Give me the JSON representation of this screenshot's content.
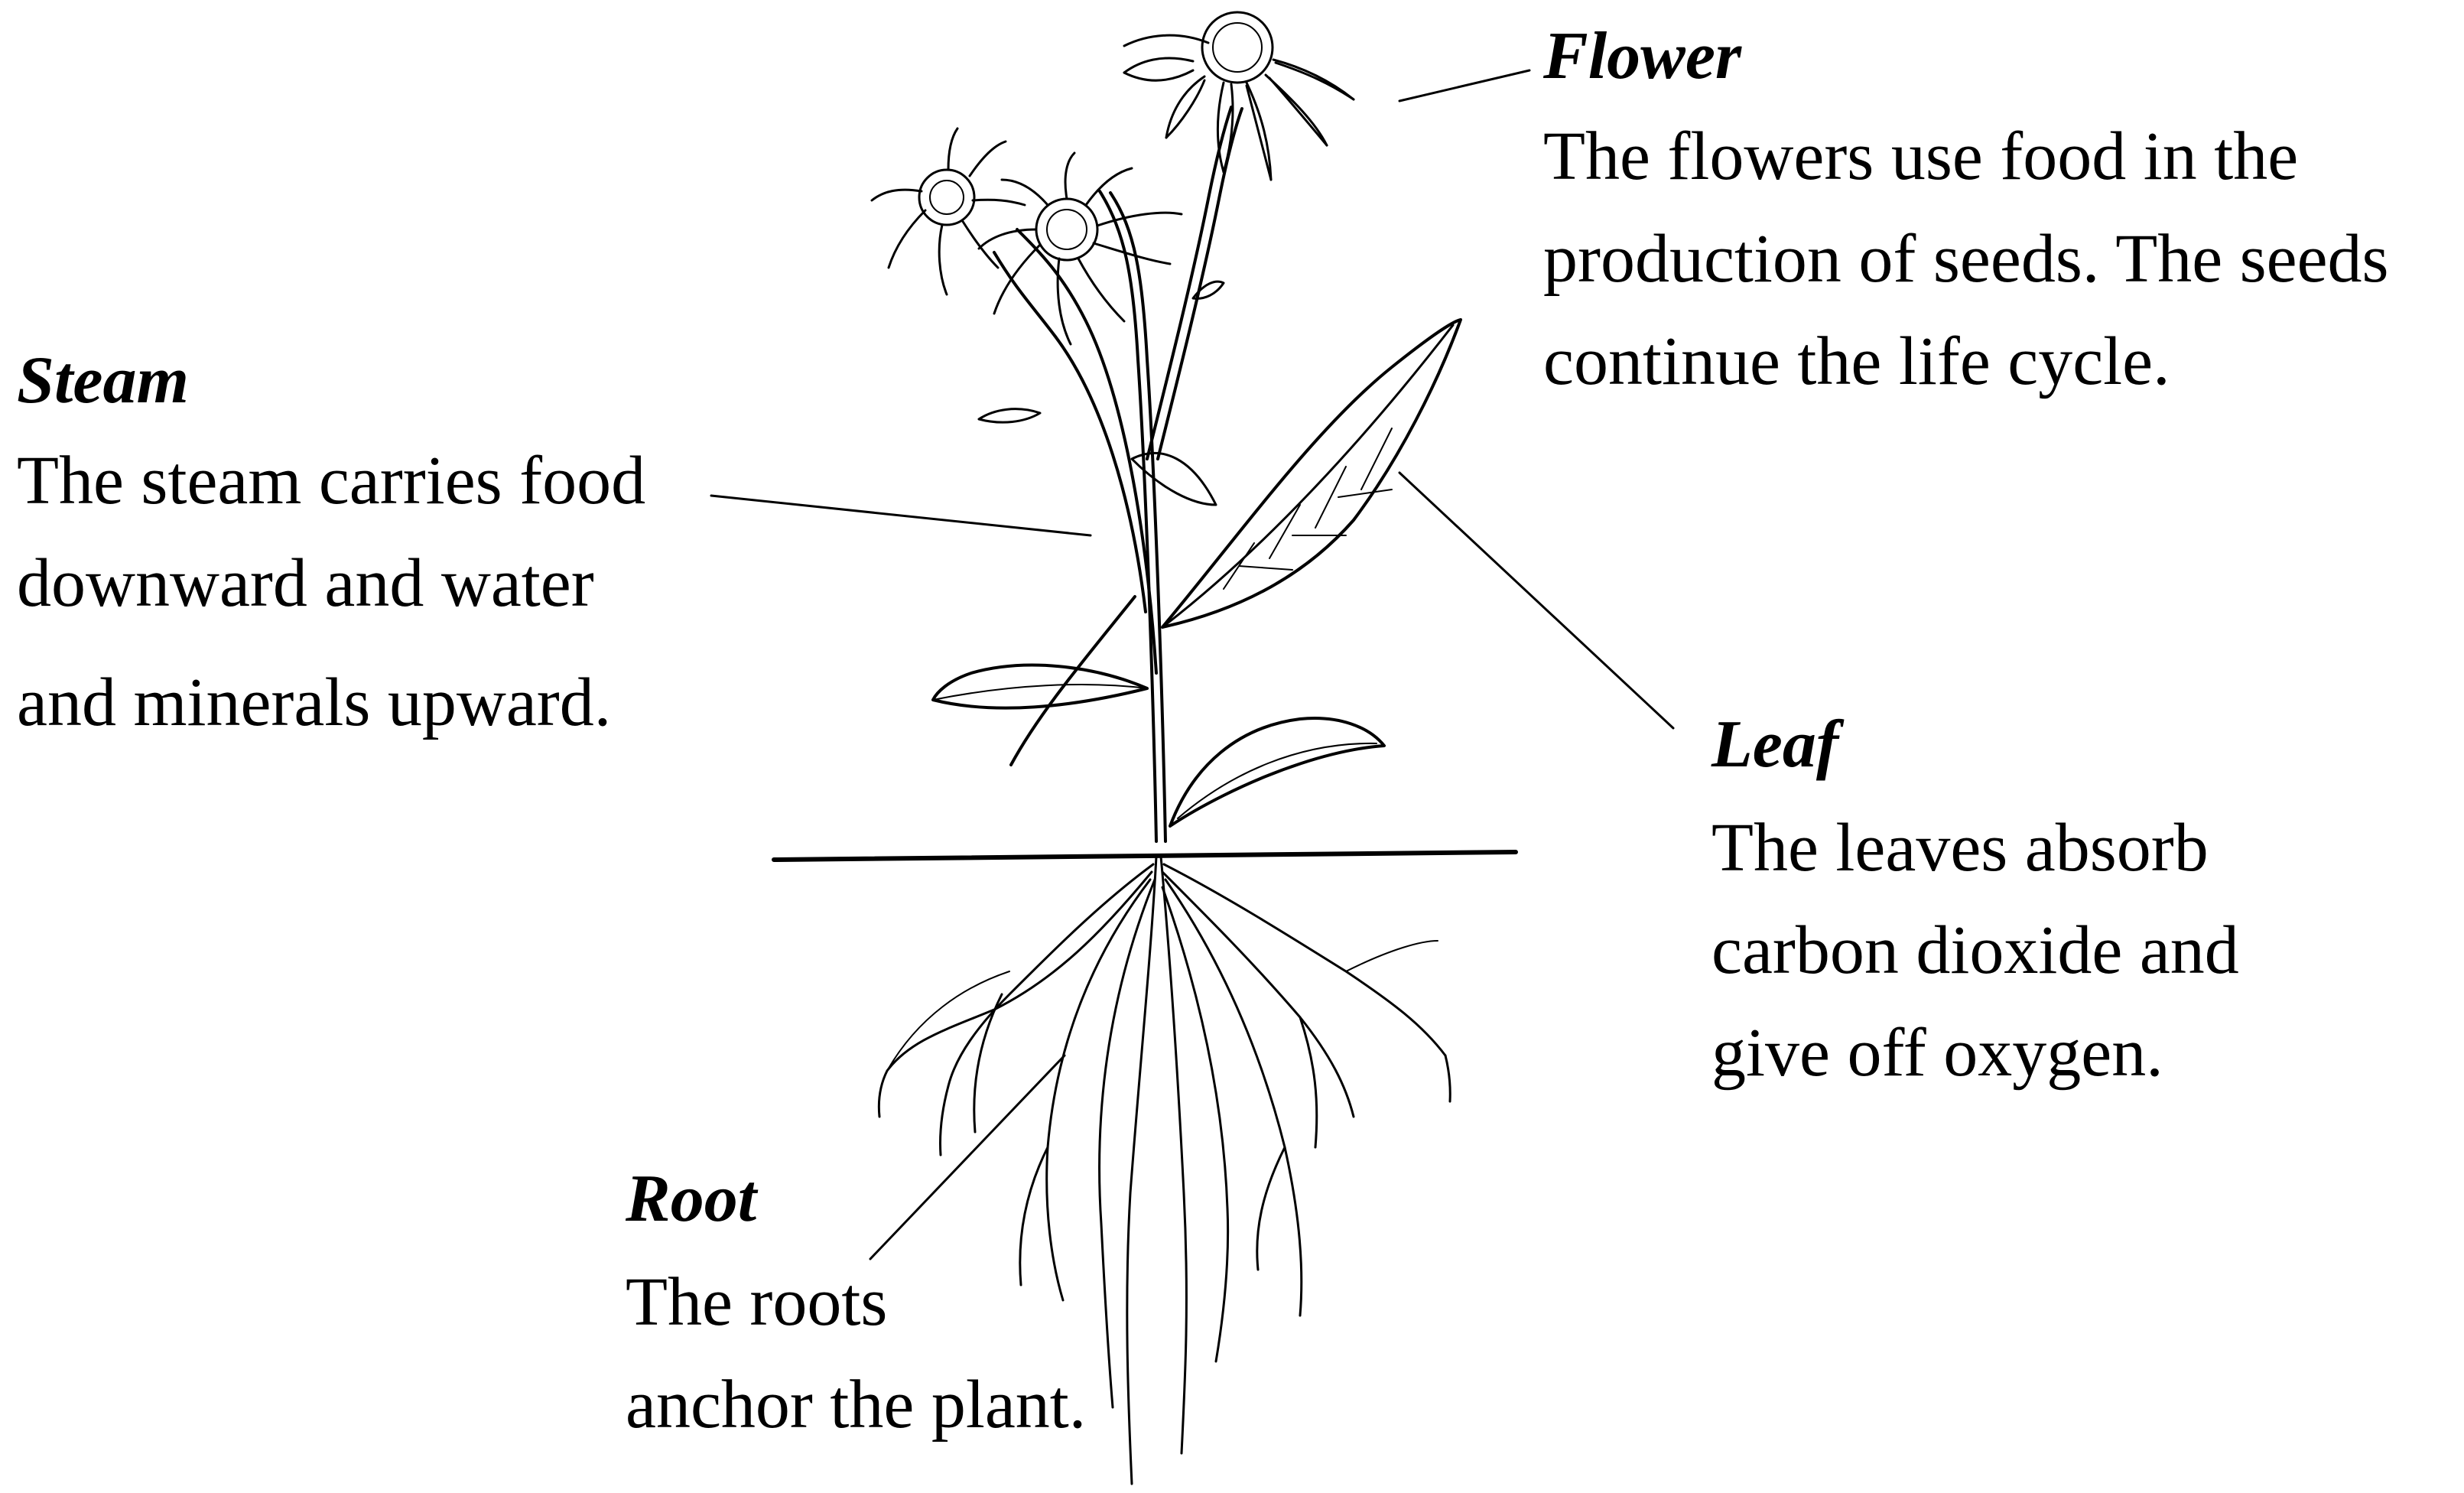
{
  "title": "",
  "labels": {
    "flower": {
      "term": "Flower",
      "lines": [
        "The flowers use food in the",
        "production of seeds. The seeds",
        "continue the life cycle."
      ]
    },
    "stem": {
      "term": "Steam",
      "lines": [
        "The steam carries food",
        "downward and water",
        "and minerals upward."
      ]
    },
    "leaf": {
      "term": "Leaf",
      "lines": [
        "The leaves absorb",
        "carbon dioxide and",
        "give off oxygen."
      ]
    },
    "root": {
      "term": "Root",
      "lines": [
        "The roots",
        "anchor the plant."
      ]
    }
  },
  "colors": {
    "ink": "#000000",
    "background": "#ffffff"
  }
}
